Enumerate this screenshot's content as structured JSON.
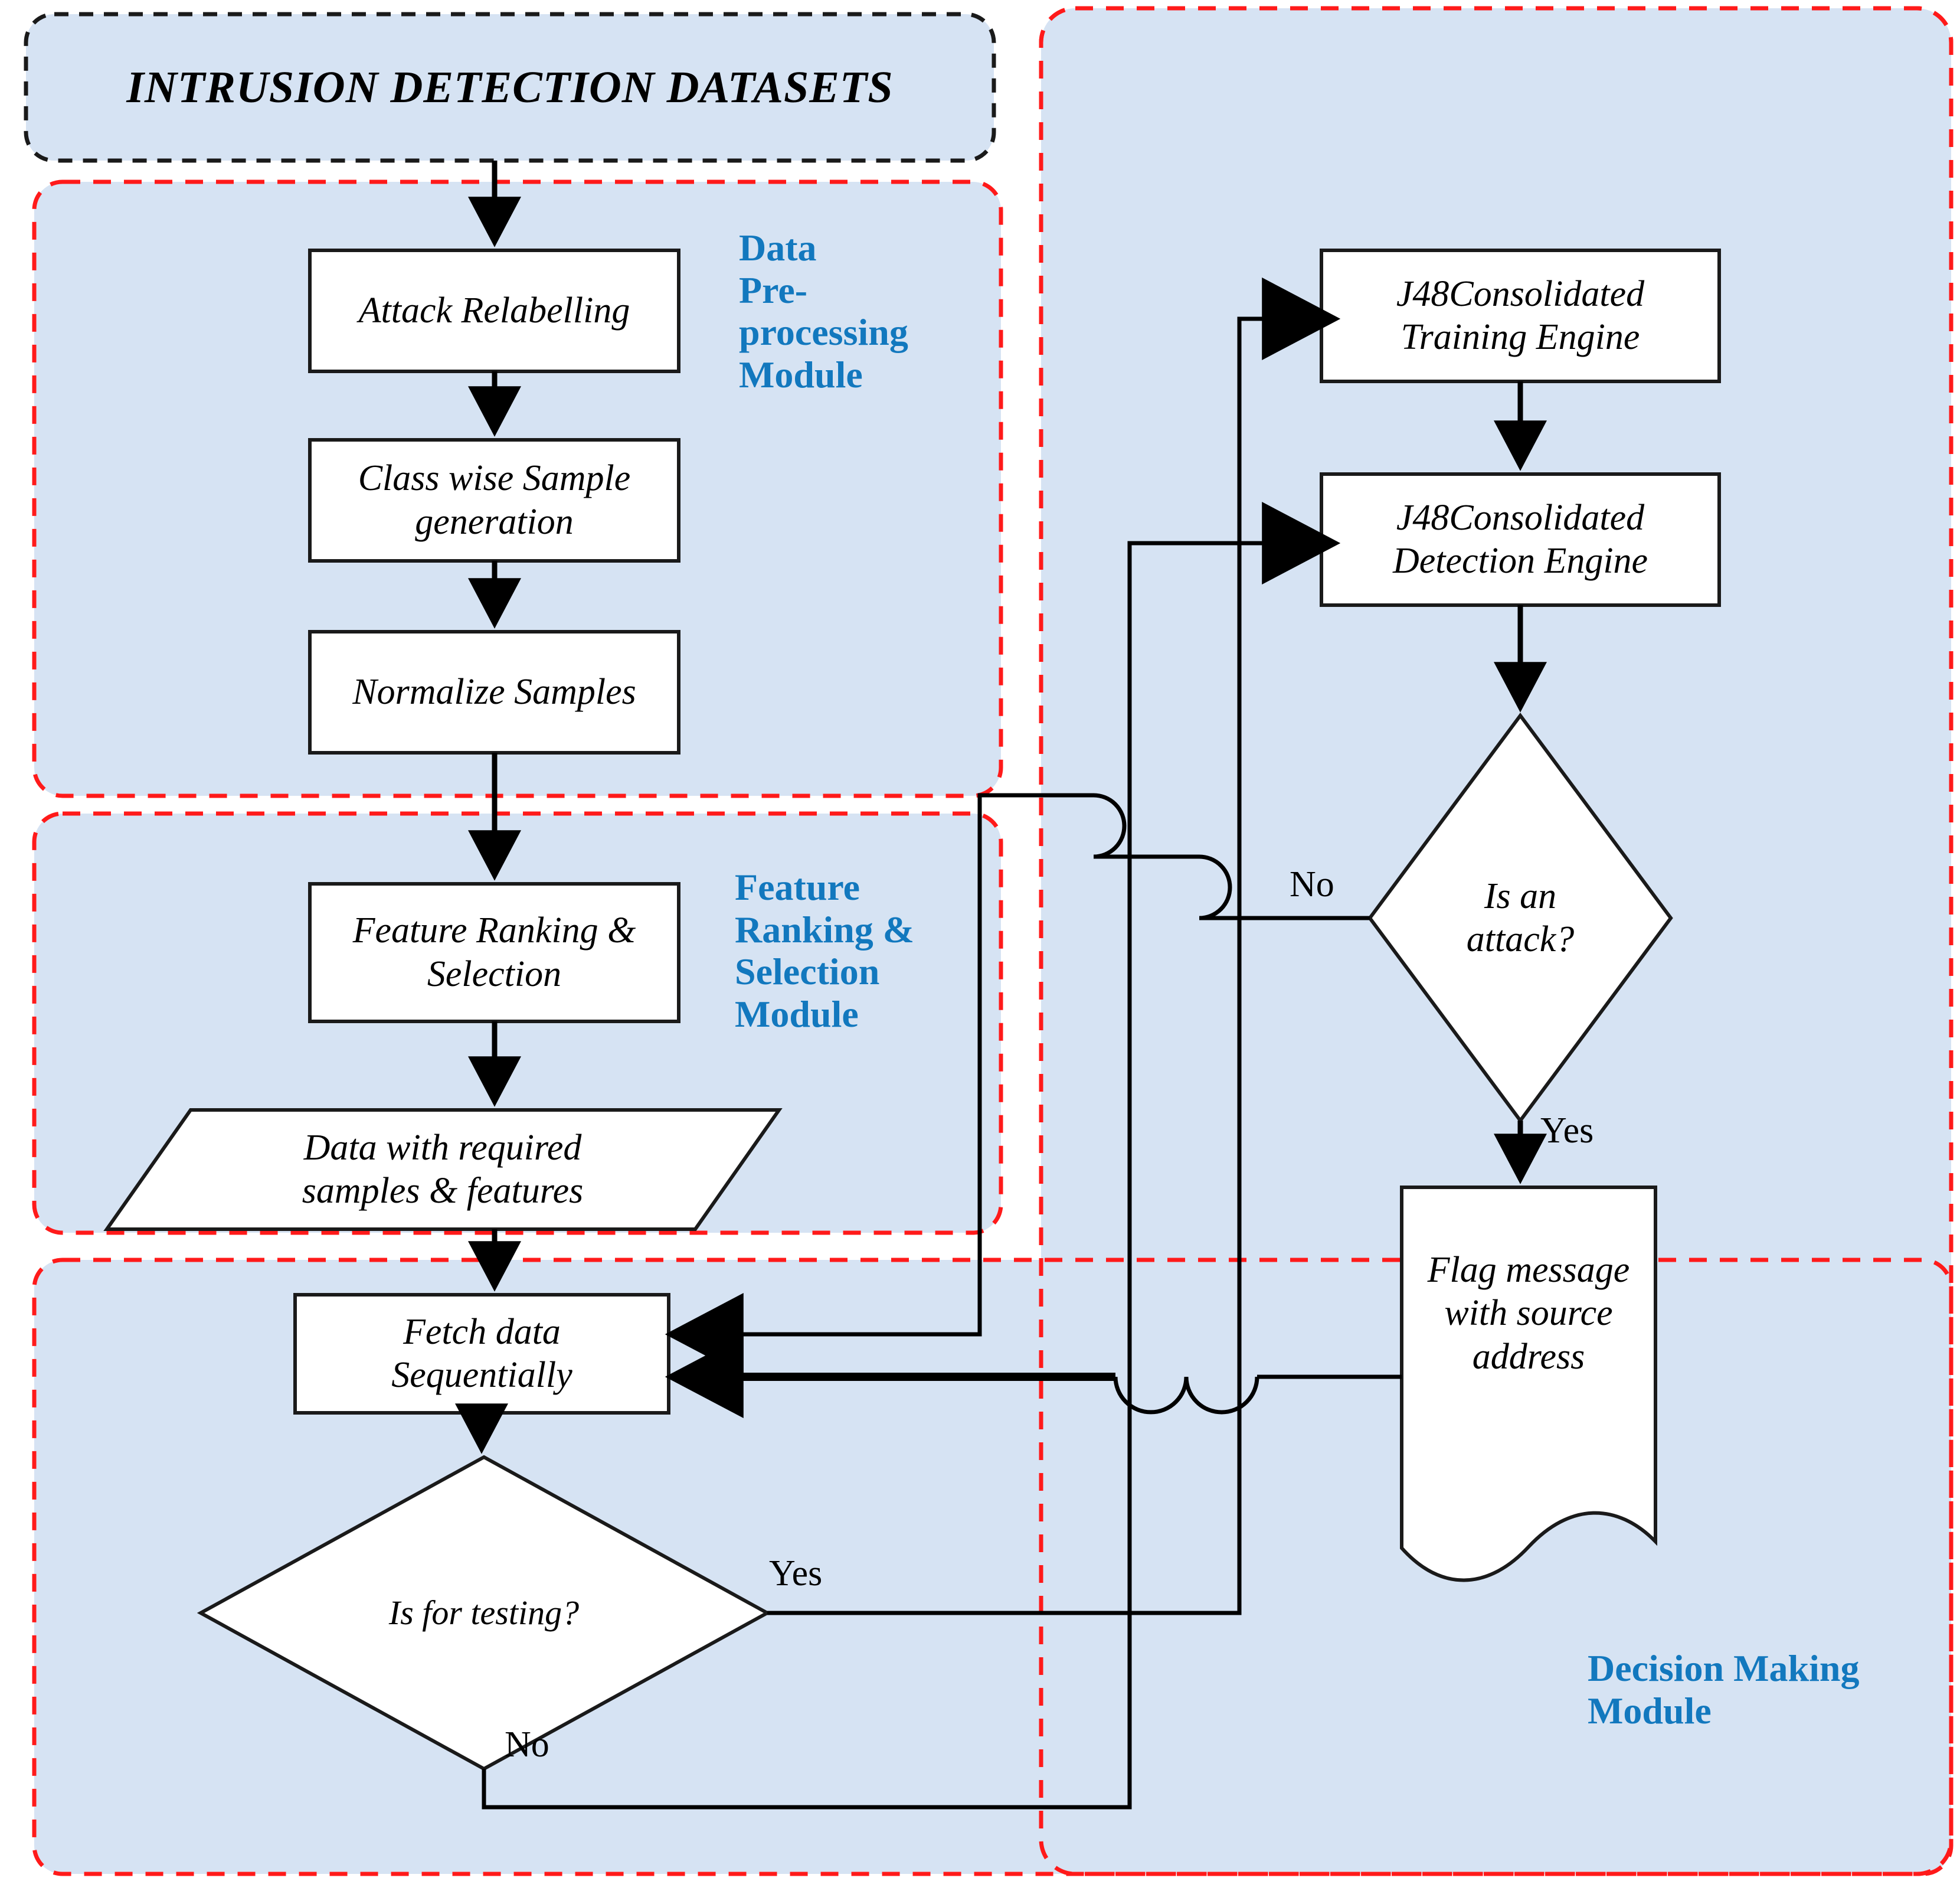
{
  "diagram": {
    "type": "flowchart",
    "title": "Intrusion Detection System Flowchart",
    "background_color": "#ffffff",
    "panel_fill": "#d6e3f3",
    "module_label_color": "#1278be",
    "module_border_color": "#ff1a1a",
    "dataset_border_color": "#1a1a1a"
  },
  "dataset_banner": {
    "text": "INTRUSION DETECTION DATASETS"
  },
  "modules": [
    {
      "id": "data-preprocessing",
      "label": "Data\nPre-\nprocessing\nModule"
    },
    {
      "id": "feature-ranking-selection",
      "label": "Feature\nRanking &\nSelection\nModule"
    },
    {
      "id": "decision-making",
      "label": "Decision Making\nModule"
    }
  ],
  "nodes": [
    {
      "id": "attack-relabelling",
      "shape": "process",
      "label": "Attack Relabelling"
    },
    {
      "id": "class-wise-sample-generation",
      "shape": "process",
      "label": "Class wise Sample\ngeneration"
    },
    {
      "id": "normalize-samples",
      "shape": "process",
      "label": "Normalize Samples"
    },
    {
      "id": "feature-ranking-selection-step",
      "shape": "process",
      "label": "Feature Ranking &\nSelection"
    },
    {
      "id": "data-with-required-samples-features",
      "shape": "parallelogram",
      "label": "Data with required\nsamples & features"
    },
    {
      "id": "fetch-data-sequentially",
      "shape": "process",
      "label": "Fetch data\nSequentially"
    },
    {
      "id": "is-for-testing",
      "shape": "decision",
      "label": "Is for testing?"
    },
    {
      "id": "j48consolidated-training-engine",
      "shape": "process",
      "label": "J48Consolidated\nTraining Engine"
    },
    {
      "id": "j48consolidated-detection-engine",
      "shape": "process",
      "label": "J48Consolidated\nDetection Engine"
    },
    {
      "id": "is-an-attack",
      "shape": "decision",
      "label": "Is an\nattack?"
    },
    {
      "id": "flag-message-with-source-address",
      "shape": "document",
      "label": "Flag message\nwith source\naddress"
    }
  ],
  "edge_labels": [
    {
      "id": "testing-yes",
      "text": "Yes"
    },
    {
      "id": "testing-no",
      "text": "No"
    },
    {
      "id": "attack-no",
      "text": "No"
    },
    {
      "id": "attack-yes",
      "text": "Yes"
    }
  ]
}
